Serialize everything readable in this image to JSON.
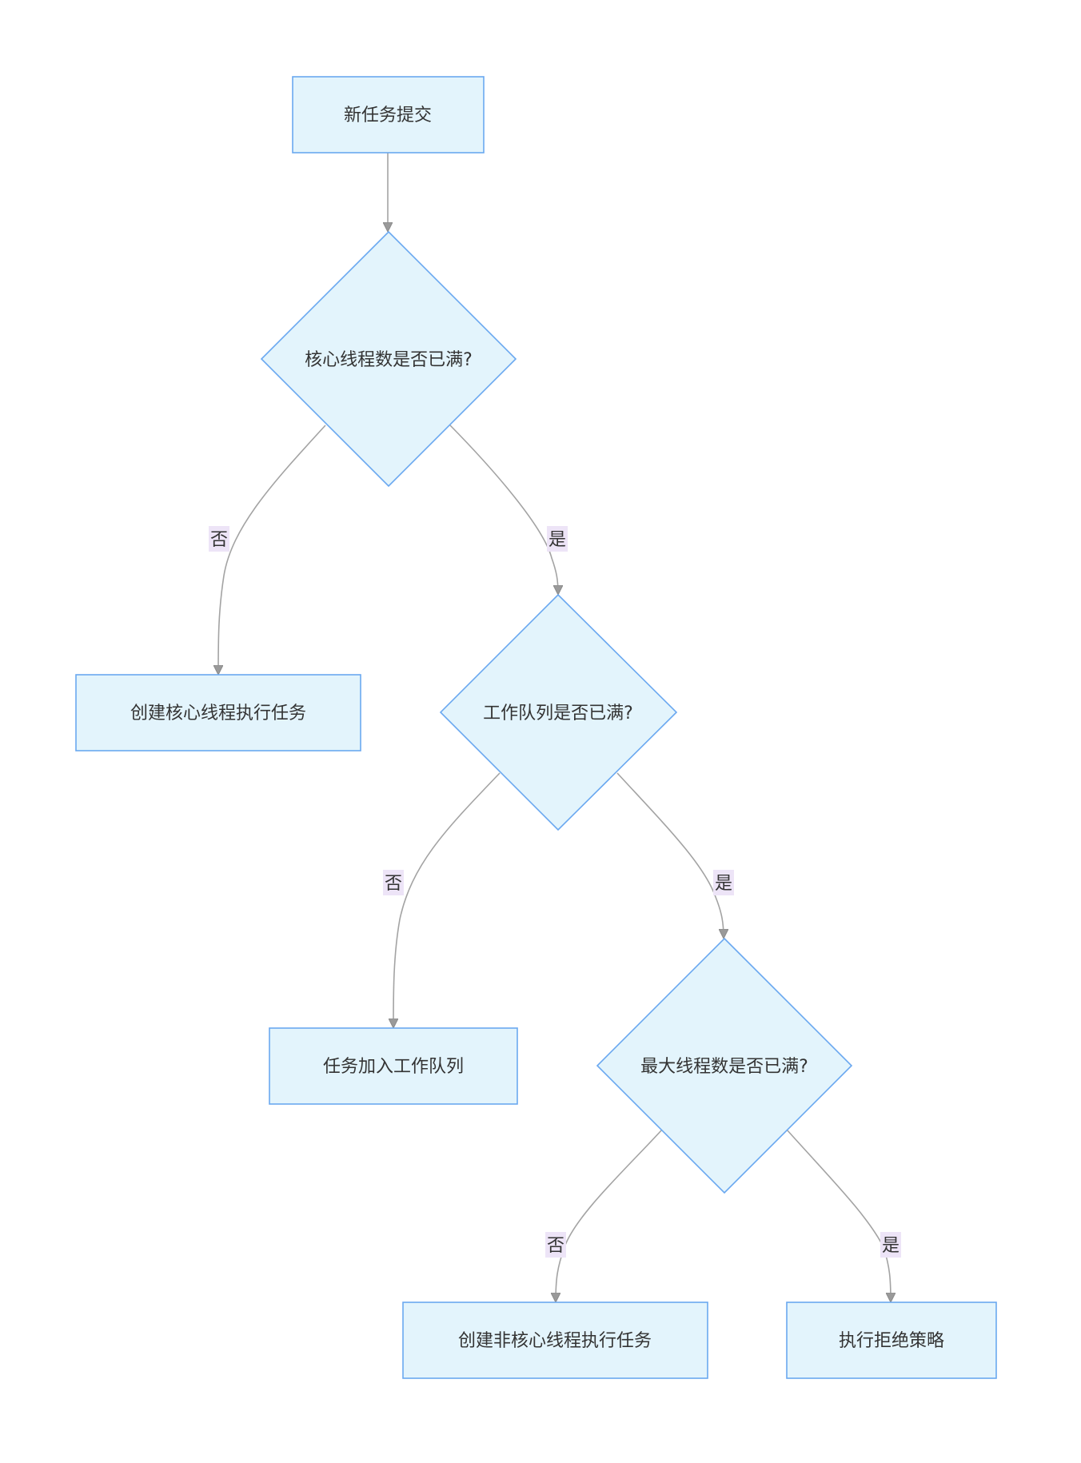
{
  "nodes": {
    "submit": "新任务提交",
    "core_full": "核心线程数是否已满?",
    "create_core": "创建核心线程执行任务",
    "queue_full": "工作队列是否已满?",
    "add_queue": "任务加入工作队列",
    "max_full": "最大线程数是否已满?",
    "create_noncore": "创建非核心线程执行任务",
    "reject": "执行拒绝策略"
  },
  "edge_labels": {
    "core_no": "否",
    "core_yes": "是",
    "queue_no": "否",
    "queue_yes": "是",
    "max_no": "否",
    "max_yes": "是"
  }
}
